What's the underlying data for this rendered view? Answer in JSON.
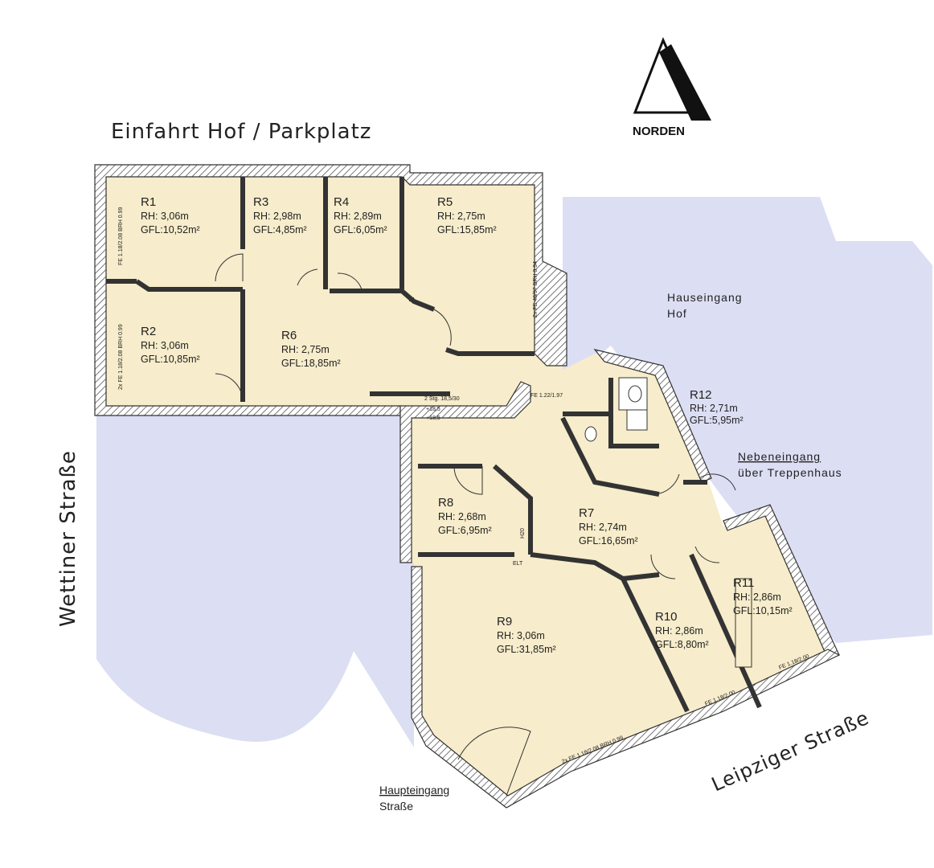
{
  "colors": {
    "floor": "#f7eccb",
    "outdoor": "#dcdef3",
    "wall": "#333333",
    "hatch": "#888888"
  },
  "compass": {
    "label": "NORDEN",
    "icon": "north-arrow-icon"
  },
  "streets": {
    "top": "Einfahrt Hof / Parkplatz",
    "left": "Wettiner Straße",
    "bottom_right": "Leipziger Straße"
  },
  "labels": {
    "hofeingang_line1": "Hauseingang",
    "hofeingang_line2": "Hof",
    "nebeneingang_line1": "Nebeneingang",
    "nebeneingang_line2": "über Treppenhaus",
    "haupteingang_line1": "Haupteingang",
    "haupteingang_line2": "Straße"
  },
  "rooms": {
    "r1": {
      "name": "R1",
      "rh": "RH:  3,06m",
      "gfl": "GFL:10,52m²"
    },
    "r2": {
      "name": "R2",
      "rh": "RH:  3,06m",
      "gfl": "GFL:10,85m²"
    },
    "r3": {
      "name": "R3",
      "rh": "RH:  2,98m",
      "gfl": "GFL:4,85m²"
    },
    "r4": {
      "name": "R4",
      "rh": "RH:  2,89m",
      "gfl": "GFL:6,05m²"
    },
    "r5": {
      "name": "R5",
      "rh": "RH:  2,75m",
      "gfl": "GFL:15,85m²"
    },
    "r6": {
      "name": "R6",
      "rh": "RH:  2,75m",
      "gfl": "GFL:18,85m²"
    },
    "r7": {
      "name": "R7",
      "rh": "RH:  2,74m",
      "gfl": "GFL:16,65m²"
    },
    "r8": {
      "name": "R8",
      "rh": "RH:  2,68m",
      "gfl": "GFL:6,95m²"
    },
    "r9": {
      "name": "R9",
      "rh": "RH:  3,06m",
      "gfl": "GFL:31,85m²"
    },
    "r10": {
      "name": "R10",
      "rh": "RH:  2,86m",
      "gfl": "GFL:8,80m²"
    },
    "r11": {
      "name": "R11",
      "rh": "RH:  2,86m",
      "gfl": "GFL:10,15m²"
    },
    "r12": {
      "name": "R12",
      "rh": "RH:  2,71m",
      "gfl": "GFL:5,95m²"
    }
  },
  "window_notes": {
    "r1": "FE 1.18/2.08 BRH 0.99",
    "r2": "2x FE 1.18/2.08 BRH 0.99",
    "r5": "2x FE 48/97 BRH 0.94",
    "r12": "FE 1.22/1.97",
    "r9": "2x FE 1.18/2.08 BRH 0.99",
    "r10": "FE 1.18/2.00",
    "r11": "FE 1.18/2.00",
    "stairs": "2 Stg. 18,5/30",
    "level1": "+18,5",
    "level2": "+18,5",
    "h20": "H20",
    "elt": "ELT"
  }
}
